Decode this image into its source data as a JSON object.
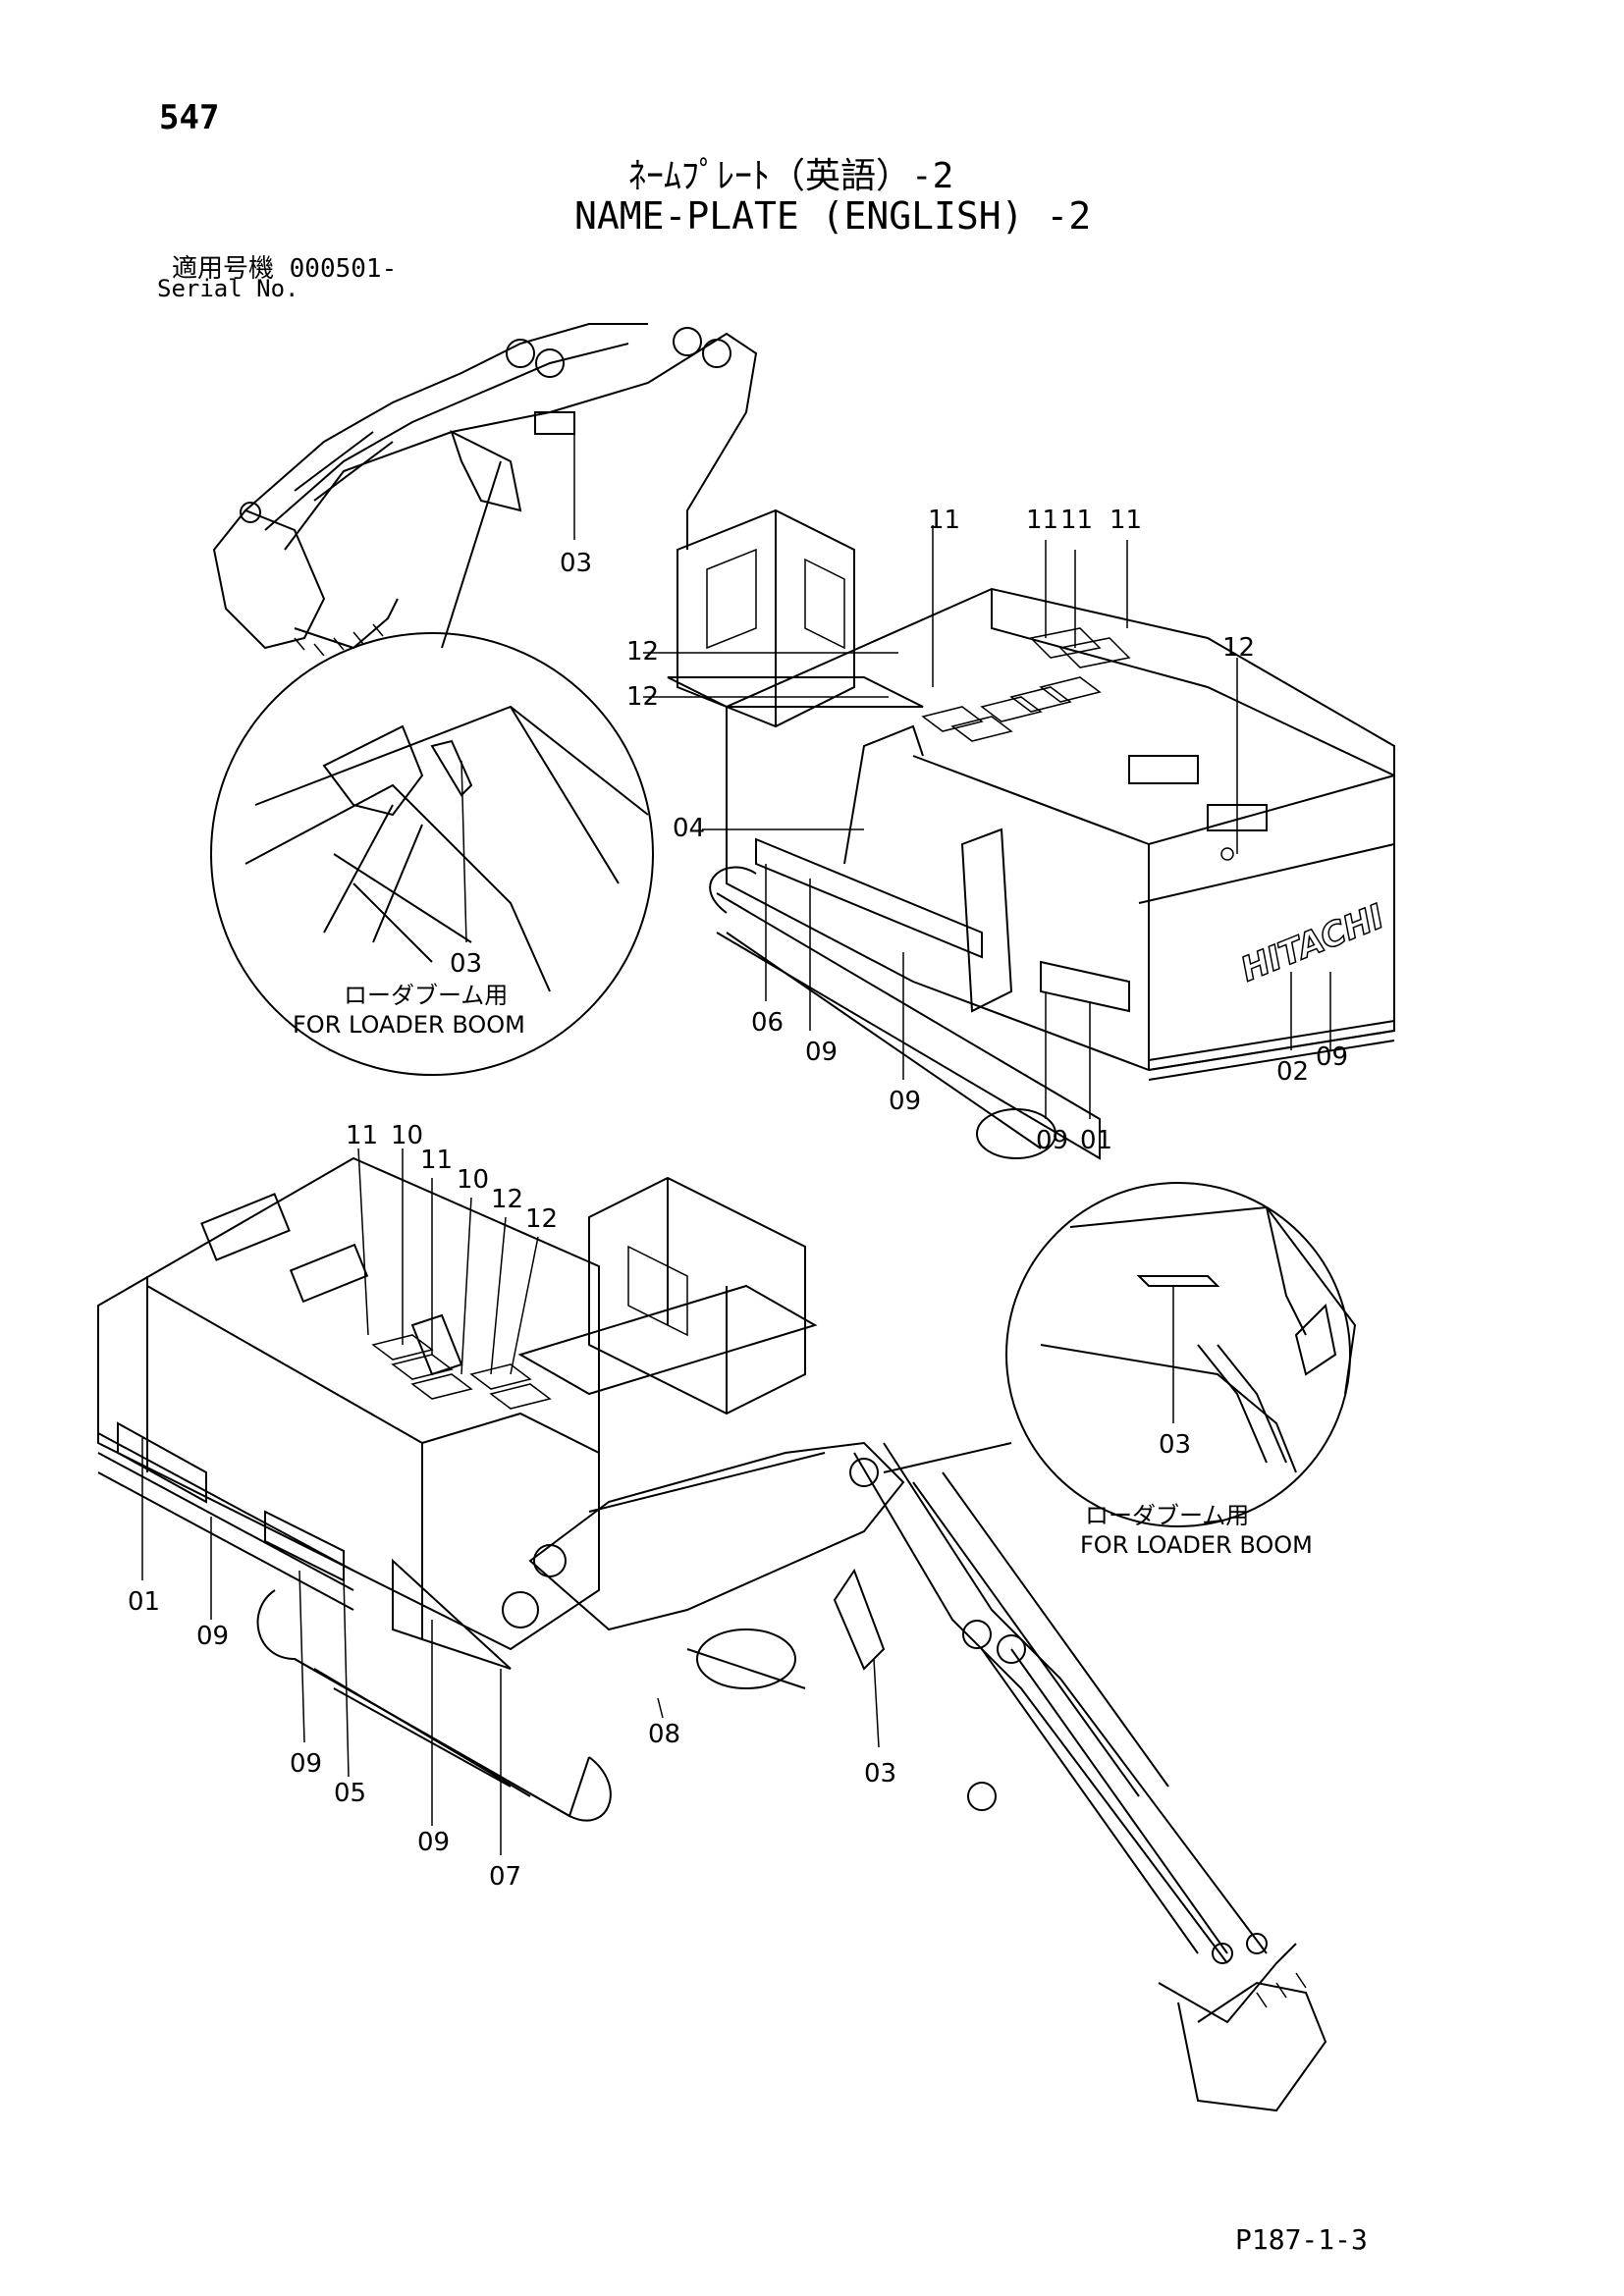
{
  "page_number": "547",
  "title_jp": "ﾈｰﾑﾌﾟﾚｰﾄ（英語）-2",
  "title_en": "NAME-PLATE (ENGLISH) -2",
  "serial_label_jp": "適用号機  000501-",
  "serial_label_en": "Serial No.",
  "footer_code": "P187-1-3",
  "brand_mark": "HITACHI",
  "detail_notes": [
    {
      "jp": "ローダブーム用",
      "en": "FOR LOADER BOOM"
    },
    {
      "jp": "ローダブーム用",
      "en": "FOR LOADER BOOM"
    }
  ],
  "callouts": {
    "c_03_top": "03",
    "c_11_a": "11",
    "c_11_b": "11",
    "c_11_c": "11",
    "c_11_d": "11",
    "c_12_a": "12",
    "c_12_b": "12",
    "c_12_c": "12",
    "c_04": "04",
    "c_06": "06",
    "c_09_a": "09",
    "c_09_b": "09",
    "c_09_c": "09",
    "c_01_a": "01",
    "c_02": "02",
    "c_09_d": "09",
    "c_03_detail1": "03",
    "c_11_e": "11",
    "c_10_a": "10",
    "c_11_f": "11",
    "c_10_b": "10",
    "c_12_d": "12",
    "c_12_e": "12",
    "c_01_b": "01",
    "c_09_e": "09",
    "c_09_f": "09",
    "c_05": "05",
    "c_09_g": "09",
    "c_07": "07",
    "c_08": "08",
    "c_03_lower": "03",
    "c_03_detail2": "03"
  }
}
